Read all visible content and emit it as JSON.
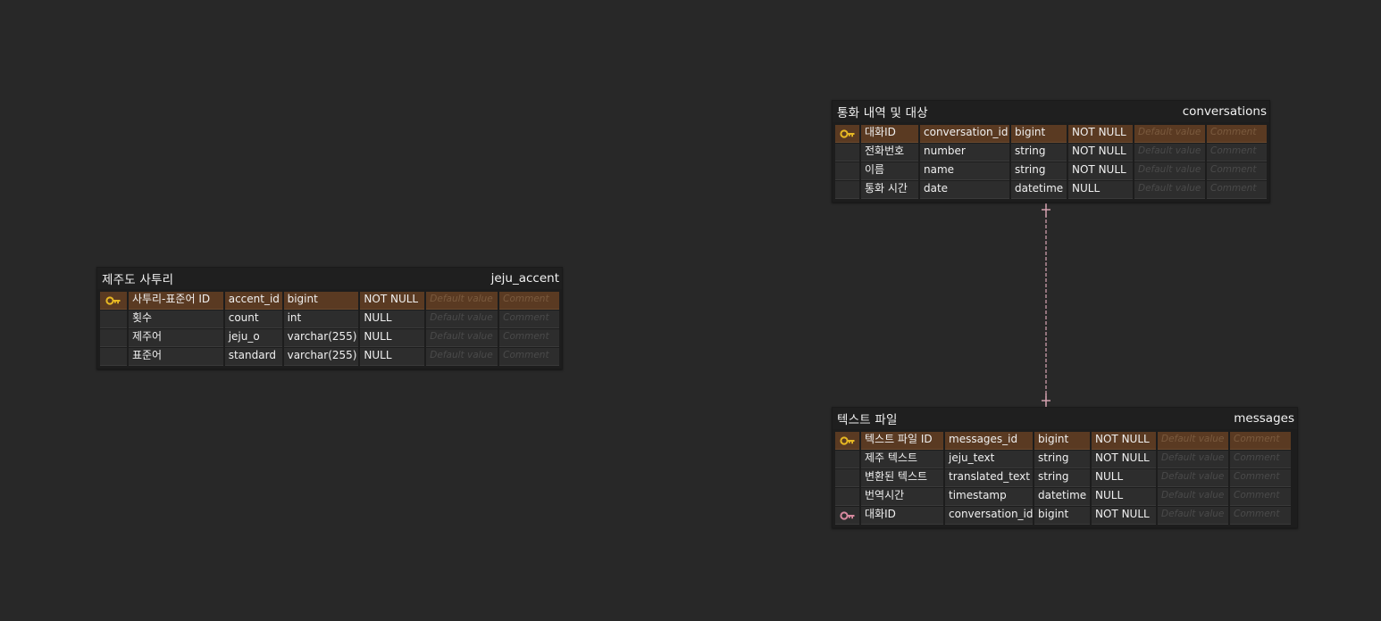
{
  "colors": {
    "background": "#282828",
    "pk_row": "#5a3a22",
    "pk_key": "#e8b923",
    "fk_key": "#d98aa0",
    "relation_line": "#d9a5b3"
  },
  "tables": {
    "jeju_accent": {
      "title": "제주도 사투리",
      "name": "jeju_accent",
      "rows": [
        {
          "key": "pk",
          "label": "사투리-표준어 ID",
          "column": "accent_id",
          "type": "bigint",
          "nullable": "NOT NULL",
          "default": "Default value",
          "comment": "Comment"
        },
        {
          "key": "",
          "label": "횟수",
          "column": "count",
          "type": "int",
          "nullable": "NULL",
          "default": "Default value",
          "comment": "Comment"
        },
        {
          "key": "",
          "label": "제주어",
          "column": "jeju_o",
          "type": "varchar(255)",
          "nullable": "NULL",
          "default": "Default value",
          "comment": "Comment"
        },
        {
          "key": "",
          "label": "표준어",
          "column": "standard",
          "type": "varchar(255)",
          "nullable": "NULL",
          "default": "Default value",
          "comment": "Comment"
        }
      ]
    },
    "conversations": {
      "title": "통화 내역 및 대상",
      "name": "conversations",
      "rows": [
        {
          "key": "pk",
          "label": "대화ID",
          "column": "conversation_id",
          "type": "bigint",
          "nullable": "NOT NULL",
          "default": "Default value",
          "comment": "Comment"
        },
        {
          "key": "",
          "label": "전화번호",
          "column": "number",
          "type": "string",
          "nullable": "NOT NULL",
          "default": "Default value",
          "comment": "Comment"
        },
        {
          "key": "",
          "label": "이름",
          "column": "name",
          "type": "string",
          "nullable": "NOT NULL",
          "default": "Default value",
          "comment": "Comment"
        },
        {
          "key": "",
          "label": "통화 시간",
          "column": "date",
          "type": "datetime",
          "nullable": "NULL",
          "default": "Default value",
          "comment": "Comment"
        }
      ]
    },
    "messages": {
      "title": "텍스트 파일",
      "name": "messages",
      "rows": [
        {
          "key": "pk",
          "label": "텍스트 파일 ID",
          "column": "messages_id",
          "type": "bigint",
          "nullable": "NOT NULL",
          "default": "Default value",
          "comment": "Comment"
        },
        {
          "key": "",
          "label": "제주 텍스트",
          "column": "jeju_text",
          "type": "string",
          "nullable": "NOT NULL",
          "default": "Default value",
          "comment": "Comment"
        },
        {
          "key": "",
          "label": "변환된 텍스트",
          "column": "translated_text",
          "type": "string",
          "nullable": "NULL",
          "default": "Default value",
          "comment": "Comment"
        },
        {
          "key": "",
          "label": "번역시간",
          "column": "timestamp",
          "type": "datetime",
          "nullable": "NULL",
          "default": "Default value",
          "comment": "Comment"
        },
        {
          "key": "fk",
          "label": "대화ID",
          "column": "conversation_id",
          "type": "bigint",
          "nullable": "NOT NULL",
          "default": "Default value",
          "comment": "Comment"
        }
      ]
    }
  },
  "relations": [
    {
      "from": "conversations",
      "to": "messages",
      "cardinality": "one-to-one"
    }
  ]
}
